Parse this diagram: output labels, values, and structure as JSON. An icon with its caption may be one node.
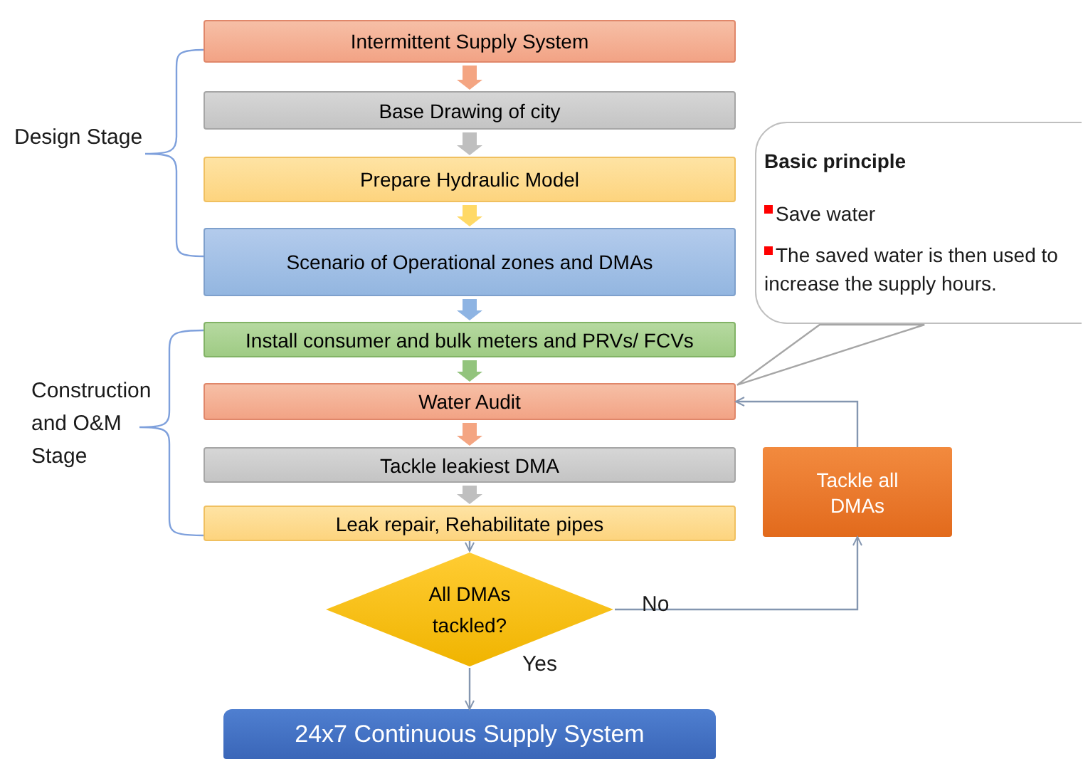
{
  "diagram": {
    "nodes": [
      {
        "text": [
          "Intermittent Supply System"
        ]
      },
      {
        "text": [
          "Base  Drawing of city"
        ]
      },
      {
        "text": [
          "Prepare Hydraulic Model"
        ]
      },
      {
        "text": [
          "Scenario of Operational zones  and DMAs"
        ]
      },
      {
        "text": [
          "Install consumer and bulk  meters and PRVs/ FCVs"
        ]
      },
      {
        "text": [
          "Water Audit"
        ]
      },
      {
        "text": [
          "Tackle leakiest DMA"
        ]
      },
      {
        "text": [
          "Leak repair, Rehabilitate pipes"
        ]
      },
      {
        "text": [
          "All DMAs tackled?"
        ]
      },
      {
        "text": [
          "24x7 Continuous Supply System"
        ]
      },
      {
        "text": [
          "Tackle all DMAs"
        ]
      },
      {
        "text": [
          "Basic principle",
          "Save water",
          "The saved water is then used to increase the supply hours."
        ]
      }
    ],
    "edges": [
      {
        "from": 0,
        "to": 1,
        "arrow": "to",
        "style": "thick",
        "color": "#f4a582"
      },
      {
        "from": 1,
        "to": 2,
        "arrow": "to",
        "style": "thick",
        "color": "#bfbfbf"
      },
      {
        "from": 2,
        "to": 3,
        "arrow": "to",
        "style": "thick",
        "color": "#ffd966"
      },
      {
        "from": 3,
        "to": 4,
        "arrow": "to",
        "style": "thick",
        "color": "#8eb4e3"
      },
      {
        "from": 4,
        "to": 5,
        "arrow": "to",
        "style": "thick",
        "color": "#93c47d"
      },
      {
        "from": 5,
        "to": 6,
        "arrow": "to",
        "style": "thick",
        "color": "#f4a582"
      },
      {
        "from": 6,
        "to": 7,
        "arrow": "to",
        "style": "thick",
        "color": "#bfbfbf"
      },
      {
        "from": 7,
        "to": 8,
        "arrow": "to"
      },
      {
        "from": 8,
        "to": 9,
        "arrow": "to",
        "label": "Yes"
      },
      {
        "from": 8,
        "to": 10,
        "arrow": "to",
        "label": "No"
      },
      {
        "from": 10,
        "to": 5,
        "arrow": "to"
      },
      {
        "from": 11,
        "to": 5,
        "arrow": "none"
      }
    ],
    "labels": [
      "Design Stage",
      "Construction and O&M Stage"
    ]
  }
}
